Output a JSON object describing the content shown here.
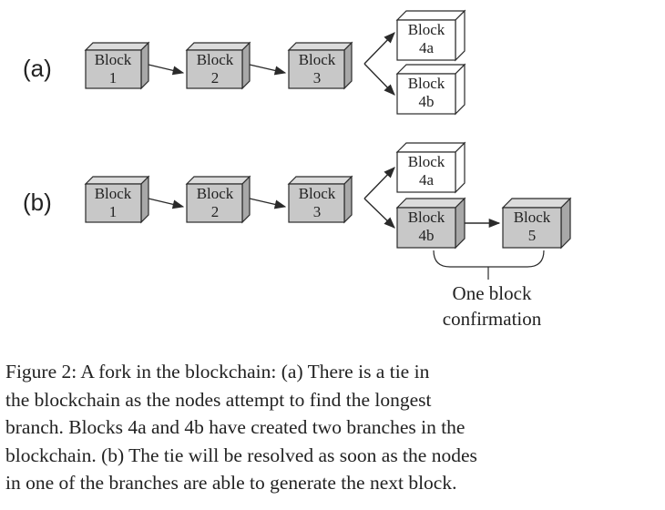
{
  "colors": {
    "gray_block": "#c8c8c8",
    "white_block": "#ffffff",
    "stroke": "#2a2a2a"
  },
  "panel_a": {
    "label": "(a)",
    "blocks": [
      {
        "line1": "Block",
        "line2": "1",
        "fill": "gray"
      },
      {
        "line1": "Block",
        "line2": "2",
        "fill": "gray"
      },
      {
        "line1": "Block",
        "line2": "3",
        "fill": "gray"
      },
      {
        "line1": "Block",
        "line2": "4a",
        "fill": "white"
      },
      {
        "line1": "Block",
        "line2": "4b",
        "fill": "white"
      }
    ]
  },
  "panel_b": {
    "label": "(b)",
    "blocks": [
      {
        "line1": "Block",
        "line2": "1",
        "fill": "gray"
      },
      {
        "line1": "Block",
        "line2": "2",
        "fill": "gray"
      },
      {
        "line1": "Block",
        "line2": "3",
        "fill": "gray"
      },
      {
        "line1": "Block",
        "line2": "4a",
        "fill": "white"
      },
      {
        "line1": "Block",
        "line2": "4b",
        "fill": "gray"
      },
      {
        "line1": "Block",
        "line2": "5",
        "fill": "gray"
      }
    ],
    "confirmation_line1": "One block",
    "confirmation_line2": "confirmation"
  },
  "caption_lines": [
    "Figure 2: A fork in the blockchain: (a) There is a tie in",
    "the blockchain as the nodes attempt to find the longest",
    "branch. Blocks 4a and 4b have created two branches in the",
    "blockchain. (b) The tie will be resolved as soon as the nodes",
    "in one of the branches are able to generate the next block."
  ]
}
